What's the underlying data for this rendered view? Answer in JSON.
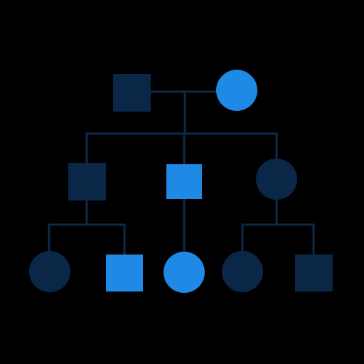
{
  "colors": {
    "background": "#000000",
    "dark_node": "#0a2748",
    "light_node": "#1f8ae6",
    "connector": "#0d2a4a"
  },
  "pedigree": {
    "generations": [
      {
        "level": 1,
        "members": [
          {
            "id": "g1-male",
            "shape": "square",
            "shade": "dark"
          },
          {
            "id": "g1-female",
            "shape": "circle",
            "shade": "light"
          }
        ]
      },
      {
        "level": 2,
        "members": [
          {
            "id": "g2-left-male",
            "shape": "square",
            "shade": "dark"
          },
          {
            "id": "g2-middle-male",
            "shape": "square",
            "shade": "light"
          },
          {
            "id": "g2-right-female",
            "shape": "circle",
            "shade": "dark"
          }
        ]
      },
      {
        "level": 3,
        "members": [
          {
            "id": "g3-female-1",
            "shape": "circle",
            "shade": "dark"
          },
          {
            "id": "g3-male-2",
            "shape": "square",
            "shade": "light"
          },
          {
            "id": "g3-female-3",
            "shape": "circle",
            "shade": "light"
          },
          {
            "id": "g3-female-4",
            "shape": "circle",
            "shade": "dark"
          },
          {
            "id": "g3-male-5",
            "shape": "square",
            "shade": "dark"
          }
        ]
      }
    ]
  }
}
